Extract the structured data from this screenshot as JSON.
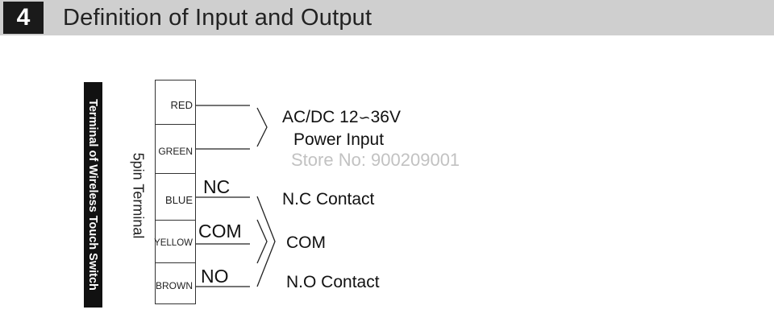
{
  "header": {
    "section_number": "4",
    "title": "Definition of Input and Output"
  },
  "diagram": {
    "vertical_label": "Terminal of Wireless Touch Switch",
    "terminal_caption": "5pin Terminal",
    "pins": [
      {
        "label": "RED"
      },
      {
        "label": "GREEN"
      },
      {
        "label": "BLUE"
      },
      {
        "label": "YELLOW"
      },
      {
        "label": "BROWN"
      }
    ],
    "wire_labels": {
      "nc": "NC",
      "com": "COM",
      "no": "NO"
    },
    "descriptions": {
      "power_voltage": "AC/DC 12",
      "power_voltage_symbol": "∽",
      "power_voltage_end": "36V",
      "power_input": "Power Input",
      "nc_contact": "N.C Contact",
      "com": "COM",
      "no_contact": "N.O Contact"
    },
    "watermark": "Store No: 900209001"
  }
}
